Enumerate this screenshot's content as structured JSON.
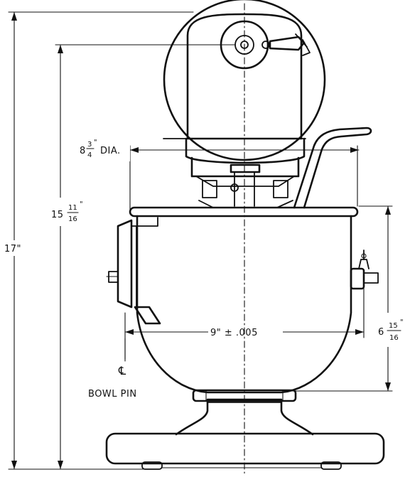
{
  "dimensions": {
    "overall_height": "17\"",
    "body_height_whole": "15",
    "body_height_num": "11",
    "body_height_den": "16",
    "head_dia_whole": "8",
    "head_dia_num": "3",
    "head_dia_den": "4",
    "head_dia_suffix": "DIA.",
    "bowl_width": "9\" ± .005",
    "bowl_height_whole": "6",
    "bowl_height_num": "15",
    "bowl_height_den": "16"
  },
  "labels": {
    "centerline_symbol": "℄",
    "bowl_pin": "BOWL PIN"
  },
  "colors": {
    "line": "#111111",
    "background": "#ffffff"
  }
}
